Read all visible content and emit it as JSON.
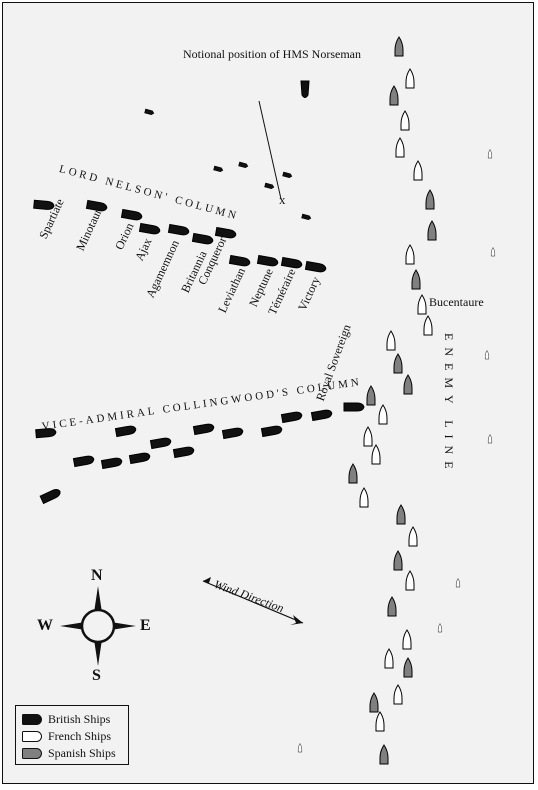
{
  "labels": {
    "notional": "Notional position of HMS Norseman",
    "marker": "x",
    "nelson_column": "LORD NELSON' COLUMN",
    "collingwood_column": "VICE-ADMIRAL COLLINGWOOD'S COLUMN",
    "enemy_line": "ENEMY LINE",
    "bucentaure": "Bucentaure",
    "royal_sovereign": "Royal Sovereign",
    "wind_direction": "Wind Direction"
  },
  "nelson_ships": [
    "Spartiate",
    "Minotaur",
    "Orion",
    "Ajax",
    "Agamemnon",
    "Britannia",
    "Conqueror",
    "Leviathan",
    "Neptune",
    "Téméraire",
    "Victory"
  ],
  "compass": {
    "north": "N",
    "south": "S",
    "east": "E",
    "west": "W"
  },
  "legend": {
    "british": "British Ships",
    "french": "French Ships",
    "spanish": "Spanish Ships"
  },
  "colors": {
    "british": "#111111",
    "french": "#ffffff",
    "spanish": "#808080",
    "background": "#f2f2f2"
  }
}
